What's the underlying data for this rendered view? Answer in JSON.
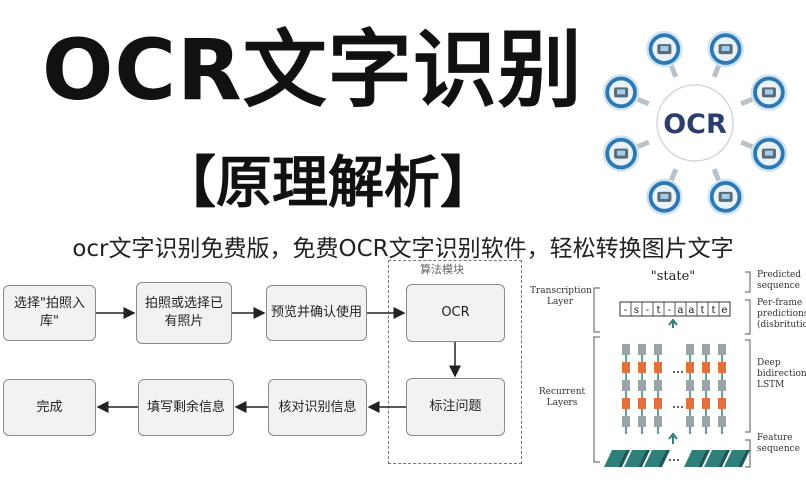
{
  "title": "OCR文字识别",
  "subtitle": "【原理解析】",
  "caption": "ocr文字识别免费版，免费OCR文字识别软件，轻松转换图片文字",
  "hub": {
    "center_label": "OCR"
  },
  "flow": {
    "module_label": "算法模块",
    "steps": [
      {
        "id": "select",
        "label": "选择\"拍照入库\""
      },
      {
        "id": "shoot",
        "label": "拍照或选择已有照片"
      },
      {
        "id": "preview",
        "label": "预览并确认使用"
      },
      {
        "id": "ocr",
        "label": "OCR"
      },
      {
        "id": "mark",
        "label": "标注问题"
      },
      {
        "id": "verify",
        "label": "核对识别信息"
      },
      {
        "id": "fill",
        "label": "填写剩余信息"
      },
      {
        "id": "done",
        "label": "完成"
      }
    ]
  },
  "crnn": {
    "predicted_word": "\"state\"",
    "sequence": [
      "-",
      "s",
      "-",
      "t",
      "-",
      "a",
      "a",
      "t",
      "t",
      "e"
    ],
    "left_labels": {
      "transcription": "Transcription Layer",
      "recurrent": "Recurrent Layers"
    },
    "right_labels": {
      "predicted": "Predicted sequence",
      "perframe": "Per-frame predictions (disbritution)",
      "lstm": "Deep bidirectional LSTM",
      "feature": "Feature sequence"
    },
    "colors": {
      "accent": "#e2703a",
      "teal": "#2f7f7a",
      "gray": "#9aa3a6"
    }
  }
}
